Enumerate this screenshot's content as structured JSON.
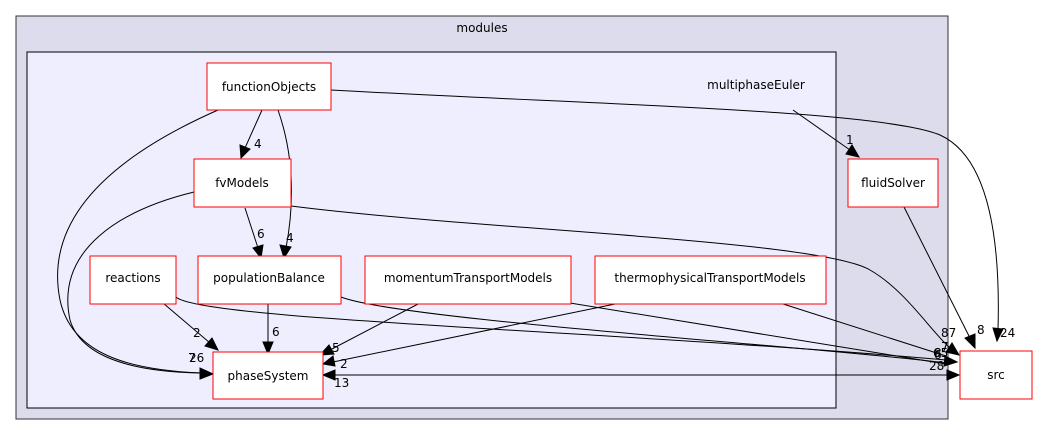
{
  "clusters": {
    "outer": {
      "label": "modules",
      "fill": "#dcdcec",
      "stroke": "#333333"
    },
    "inner": {
      "label": "multiphaseEuler",
      "fill": "#eeeeff",
      "stroke": "#000000"
    }
  },
  "nodes": {
    "functionObjects": "functionObjects",
    "fvModels": "fvModels",
    "reactions": "reactions",
    "populationBalance": "populationBalance",
    "momentumTransportModels": "momentumTransportModels",
    "thermophysicalTransportModels": "thermophysicalTransportModels",
    "phaseSystem": "phaseSystem",
    "fluidSolver": "fluidSolver",
    "src": "src"
  },
  "edge_labels": {
    "fo_fv": "4",
    "fo_pb": "4",
    "fo_ps": "7",
    "fo_src": "24",
    "fv_pb": "6",
    "fv_ps": "26",
    "fv_src": "87",
    "me_fs": "1",
    "fs_src": "8",
    "re_ps": "2",
    "re_src": "7",
    "pb_ps": "6",
    "pb_src": "65",
    "mtm_ps": "5",
    "mtm_src": "6",
    "ttm_ps": "2",
    "ttm_src": "8",
    "ps_src": "28",
    "src_ps": "13"
  },
  "colors": {
    "node_border": "#ff0000",
    "edge": "#000000"
  }
}
